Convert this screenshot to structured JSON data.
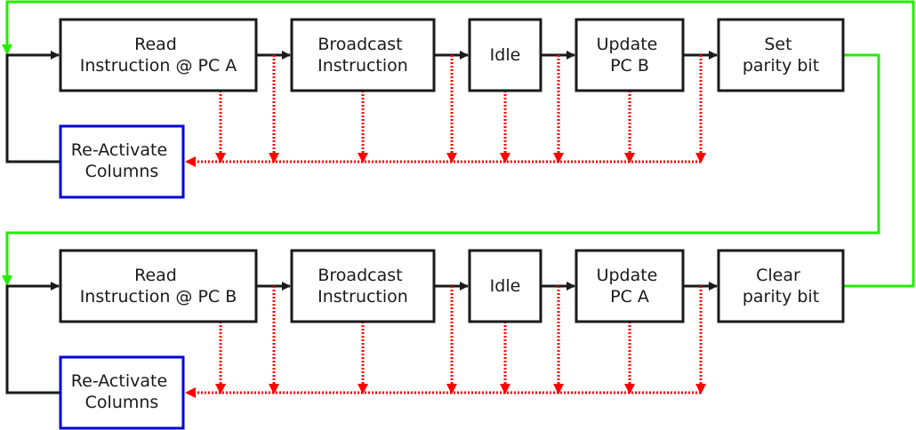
{
  "colors": {
    "block_stroke": "#1a1a1a",
    "reactivate_stroke": "#0000dd",
    "control_line": "#22ee00",
    "interrupt_line": "#ff0000",
    "text": "#1a1a1a",
    "background": "#ffffff"
  },
  "top_row": {
    "read": [
      "Read",
      "Instruction @ PC A"
    ],
    "broadcast": [
      "Broadcast",
      "Instruction"
    ],
    "idle": [
      "Idle"
    ],
    "update": [
      "Update",
      "PC B"
    ],
    "parity": [
      "Set",
      "parity bit"
    ],
    "reactivate": [
      "Re-Activate",
      "Columns"
    ]
  },
  "bottom_row": {
    "read": [
      "Read",
      "Instruction @ PC B"
    ],
    "broadcast": [
      "Broadcast",
      "Instruction"
    ],
    "idle": [
      "Idle"
    ],
    "update": [
      "Update",
      "PC A"
    ],
    "parity": [
      "Clear",
      "parity bit"
    ],
    "reactivate": [
      "Re-Activate",
      "Columns"
    ]
  }
}
